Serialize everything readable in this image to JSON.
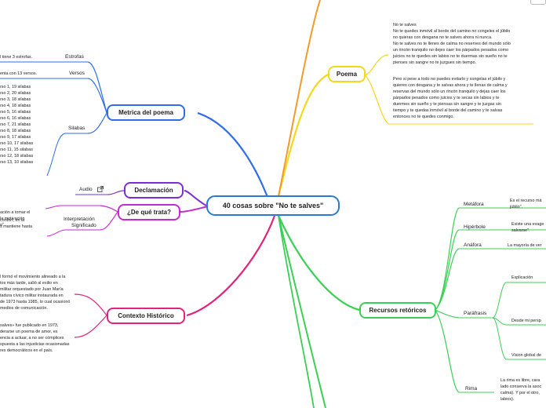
{
  "central": "40 cosas sobre \"No te salves\"",
  "topics": {
    "metrica": "Metrica del poema",
    "declamacion": "Declamación",
    "que_trata": "¿De qué trata?",
    "contexto": "Contexto Histórico",
    "poema": "Poema",
    "recursos": "Recursos retóricos"
  },
  "metrica": {
    "estrofas_label": "Estrofas",
    "estrofas_text": "l tiene 3 estrofas.",
    "versos_label": "Versos",
    "versos_text": "enta con 13 versos.",
    "silabas_label": "Silabas",
    "silabas": [
      "rso 1, 19 silabas",
      "rso 2, 20 silabas",
      "rso 3, 18 silabas",
      "rso 4, 18 silabas",
      "rso 5, 16 silabas",
      "rso 6, 16 silabas",
      "rso 7, 21 silabas",
      "rso 8, 18 silabas",
      "rso 9, 17 silabas",
      "rso 10, 17 silabas",
      "rso 11, 15 silabas",
      "rso 12, 18 silabas",
      "rso 13,  10 silabas"
    ]
  },
  "declamacion": {
    "audio_label": "Audio",
    "link_icon": "external-link-icon"
  },
  "que_trata": {
    "interpretacion_label": "Interpretación",
    "interpretacion_text": [
      "ación a tomar el",
      "la motivación",
      "o\""
    ],
    "significado_label": "Significado",
    "significado_text": [
      " confort, en la",
      "s mantiene hasta"
    ]
  },
  "contexto": {
    "p1": [
      "l formó el movimiento alineado a la",
      "tos más tarde, salió al exilio en",
      "militar orquestado por Juan María",
      "tadura cívico militar instaurada en",
      "de 1973 hasta 1985, lo cual ocasionó",
      "medios de comunicación."
    ],
    "p2": [
      "salves» fue publicado en 1973,",
      "derarse un poema de amor, es",
      "encia a actuar, a no ser cómplices",
      "spuesta a las injusticias ocasionadas",
      "res democráticos en el país."
    ]
  },
  "poema": {
    "stanza1": [
      "No te salves",
      "No te quedes inmóvil al borde del camino no congeles el júbilo",
      "no quieras con desgana no te salves ahora ni nunca.",
      "No te salves no te llenes de calma no reserves del mundo sólo",
      "un rincón tranquilo no dejes caer los párpados pesados como",
      "juicios no te quedes sin labios no te duermas sin sueño no te",
      "pienses sin sangre no te juzgues sin tiempo."
    ],
    "stanza2": [
      "Pero si pese a todo no puedes evitarlo y congelas el júbilo y",
      "quieres con desgana y te salvas ahora y te llenas de calma y",
      "reservas del mundo sólo un rincón tranquilo y dejas caer los",
      "párpados pesados como juicios y te secas sin labios y te",
      "duermes sin sueño y te piensas sin sangre y te juzgas sin",
      "tiempo y te quedas inmóvil al borde del camino y te salvas",
      "entonces no te quedes conmigo."
    ]
  },
  "recursos": {
    "metafora_label": "Metáfora",
    "metafora_text": [
      "Es el recurso má",
      "júbilo\"."
    ],
    "hiperbole_label": "Hipérbole",
    "hiperbole_text": [
      "Existe una exage",
      "salvarse\"."
    ],
    "anafora_label": "Anáfora",
    "anafora_text": "La mayoría de ver",
    "parafrasis_label": "Paráfrasis",
    "explicacion_label": "Explicación",
    "perspectiva_label": "Desde mi persp",
    "vision_label": "Vision global de",
    "rima_label": "Rima",
    "rima_text": [
      "La rima es libre, cara",
      "lado conserva la asoc",
      "calma). Y por el otro,",
      "labios)."
    ]
  },
  "colors": {
    "metrica": "#2f6ee8",
    "declamacion": "#7a2fd6",
    "que_trata": "#c52bd1",
    "contexto": "#e0247c",
    "poema": "#f3d81c",
    "recursos": "#3bcf55",
    "top_orange": "#f29b2b",
    "central": "#2c7ad0"
  }
}
